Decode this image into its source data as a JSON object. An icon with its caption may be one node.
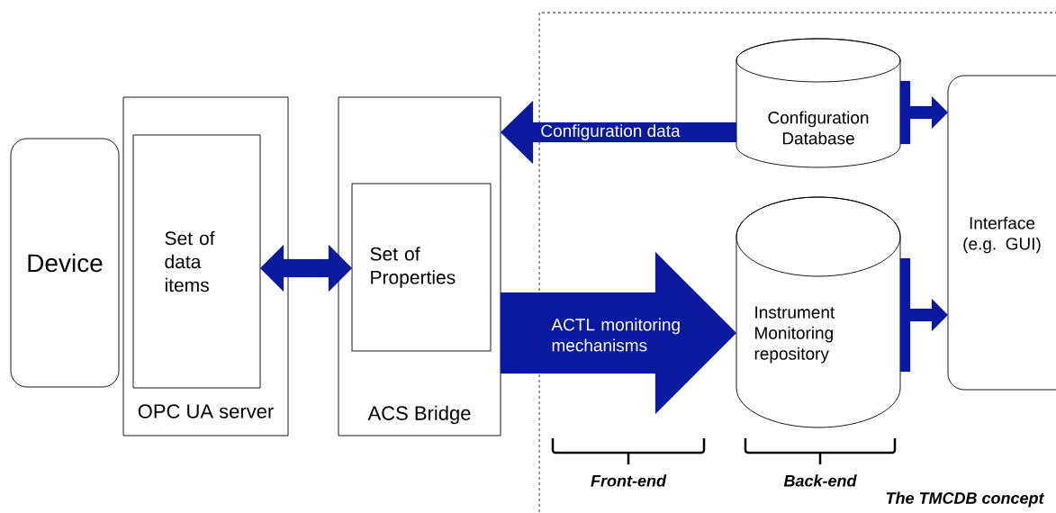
{
  "diagram": {
    "nodes": [
      {
        "text": [
          "Device"
        ]
      },
      {
        "text": [
          "OPC UA server"
        ]
      },
      {
        "text": [
          "Set of data items"
        ],
        "in": 1
      },
      {
        "text": [
          "ACS Bridge"
        ]
      },
      {
        "text": [
          "Set of Properties"
        ],
        "in": 3
      },
      {
        "text": [
          "The TMCDB concept"
        ]
      },
      {
        "text": [
          "Configuration Database"
        ],
        "in": 5
      },
      {
        "text": [
          "Instrument Monitoring repository"
        ],
        "in": 5
      },
      {
        "text": [
          "Interface (e.g. GUI)"
        ],
        "in": 5
      }
    ],
    "edges": [
      {
        "from": 2,
        "to": 4,
        "arrow": "both"
      },
      {
        "from": 6,
        "to": 3,
        "arrow": "to",
        "label": "Configuration data"
      },
      {
        "from": 3,
        "to": 7,
        "arrow": "to",
        "label": "ACTL monitoring mechanisms",
        "style": "thick"
      },
      {
        "from": 6,
        "to": 8,
        "arrow": "to"
      },
      {
        "from": 7,
        "to": 8,
        "arrow": "to"
      }
    ],
    "labels": [
      "Front-end",
      "Back-end"
    ]
  }
}
